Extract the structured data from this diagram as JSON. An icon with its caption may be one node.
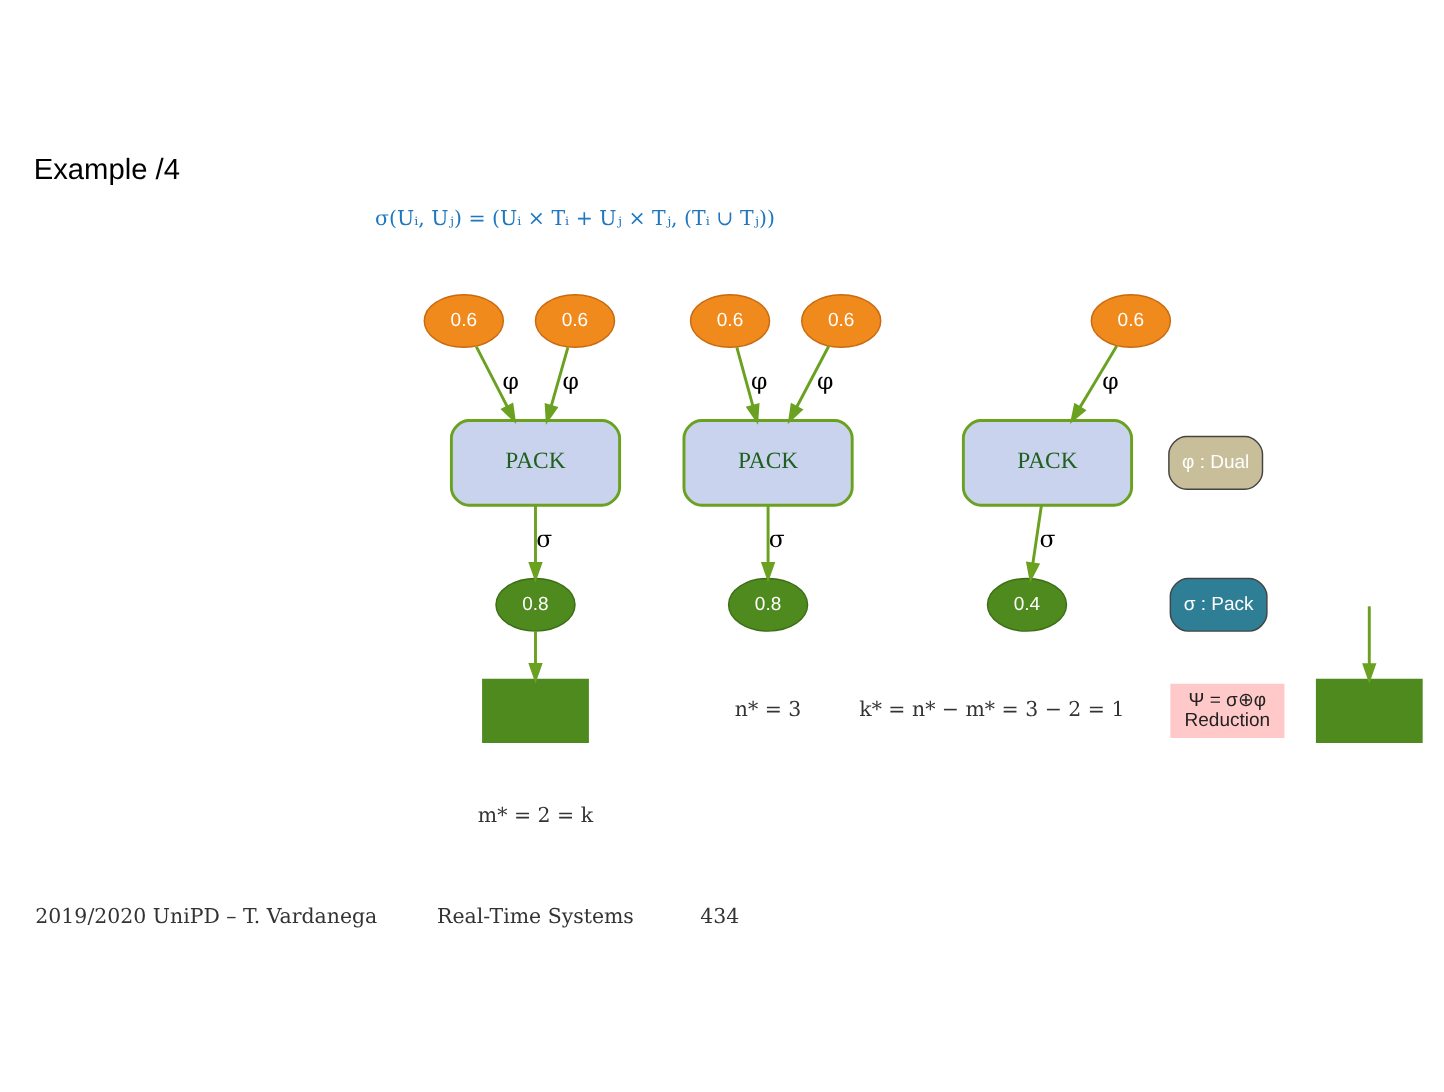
{
  "diagram": {
    "title": "Example /4",
    "nodes": [
      {
        "text": [
          "0.6"
        ]
      },
      {
        "text": [
          "0.6"
        ]
      },
      {
        "text": [
          "0.6"
        ]
      },
      {
        "text": [
          "0.6"
        ]
      },
      {
        "text": [
          "0.6"
        ]
      },
      {
        "text": [
          "PACK"
        ]
      },
      {
        "text": [
          "PACK"
        ]
      },
      {
        "text": [
          "PACK"
        ]
      },
      {
        "text": [
          "0.8"
        ]
      },
      {
        "text": [
          "0.8"
        ]
      },
      {
        "text": [
          "0.4"
        ]
      },
      {
        "text": [],
        "shape": "box"
      },
      {
        "text": [],
        "shape": "box"
      },
      {
        "text": [
          "φ : Dual"
        ]
      },
      {
        "text": [
          "σ : Pack"
        ]
      },
      {
        "text": [
          "Ψ = σ⊕φ",
          "Reduction"
        ]
      }
    ],
    "edges": [
      {
        "from": 0,
        "to": 5,
        "arrow": "to",
        "label": "φ"
      },
      {
        "from": 1,
        "to": 5,
        "arrow": "to",
        "label": "φ"
      },
      {
        "from": 2,
        "to": 6,
        "arrow": "to",
        "label": "φ"
      },
      {
        "from": 3,
        "to": 6,
        "arrow": "to",
        "label": "φ"
      },
      {
        "from": 4,
        "to": 7,
        "arrow": "to",
        "label": "φ"
      },
      {
        "from": 5,
        "to": 8,
        "arrow": "to",
        "label": "σ"
      },
      {
        "from": 6,
        "to": 9,
        "arrow": "to",
        "label": "σ"
      },
      {
        "from": 7,
        "to": 10,
        "arrow": "to",
        "label": "σ"
      },
      {
        "from": 8,
        "to": 11,
        "arrow": "to"
      },
      {
        "from": null,
        "to": 12,
        "arrow": "to"
      }
    ],
    "labels": [
      "σ(Uᵢ, Uⱼ) = (Uᵢ × Tᵢ + Uⱼ × Tⱼ, (Tᵢ ∪ Tⱼ))",
      "n* = 3",
      "k* = n* − m* = 3 − 2 = 1",
      "m* = 2 = k",
      "2019/2020 UniPD – T. Vardanega",
      "Real-Time Systems",
      "434"
    ]
  }
}
